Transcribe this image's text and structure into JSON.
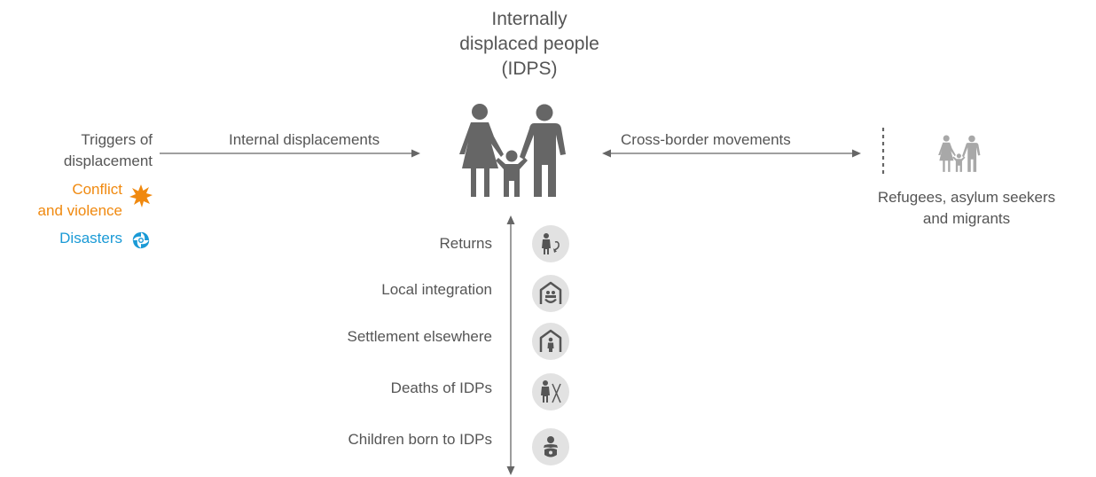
{
  "title": "Internally\ndisplaced people\n(IDPS)",
  "triggers": {
    "heading": "Triggers of\ndisplacement",
    "conflict": "Conflict\nand violence",
    "disasters": "Disasters"
  },
  "flows": {
    "internal": "Internal displacements",
    "cross_border": "Cross-border movements"
  },
  "refugees_label": "Refugees, asylum seekers\nand migrants",
  "outflows": [
    {
      "label": "Returns",
      "icon": "person-return-icon"
    },
    {
      "label": "Local integration",
      "icon": "house-family-icon"
    },
    {
      "label": "Settlement elsewhere",
      "icon": "house-person-icon"
    },
    {
      "label": "Deaths of IDPs",
      "icon": "person-death-icon"
    },
    {
      "label": "Children born to IDPs",
      "icon": "baby-icon"
    }
  ],
  "colors": {
    "text": "#555555",
    "conflict": "#f0890f",
    "disasters": "#1a9ad6",
    "family": "#666666",
    "refugee_family": "#a8a8a8",
    "icon_circle": "#e2e2e2"
  }
}
